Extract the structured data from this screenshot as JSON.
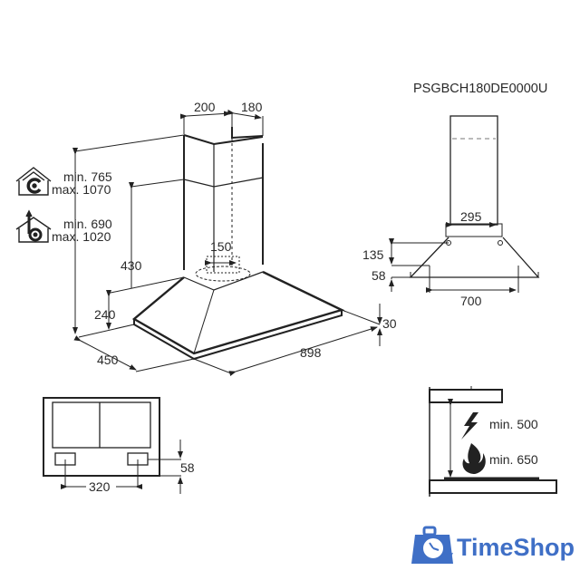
{
  "model": "PSGBCH180DE0000U",
  "main_view": {
    "chimney_width": "200",
    "chimney_depth": "180",
    "outlet_diameter": "150",
    "duct_outlet_height": "430",
    "canopy_height": "240",
    "edge_thickness": "30",
    "depth": "450",
    "width": "898",
    "recirculation": {
      "icon": "recirculation-house-icon",
      "min": "min. 765",
      "max": "max. 1070"
    },
    "extraction": {
      "icon": "extraction-house-icon",
      "min": "min. 690",
      "max": "max. 1020"
    }
  },
  "side_view": {
    "chimney_width": "295",
    "bracket_height": "135",
    "bottom_offset": "58",
    "mount_width": "700"
  },
  "bottom_view": {
    "light_spacing": "320",
    "light_offset": "58"
  },
  "clearance_view": {
    "electric": {
      "icon": "lightning-icon",
      "label": "min. 500"
    },
    "gas": {
      "icon": "flame-icon",
      "label": "min. 650"
    }
  },
  "watermark": {
    "brand": "TimeShop",
    "icon": "clock-bag-icon",
    "color": "#3f6fc6"
  }
}
